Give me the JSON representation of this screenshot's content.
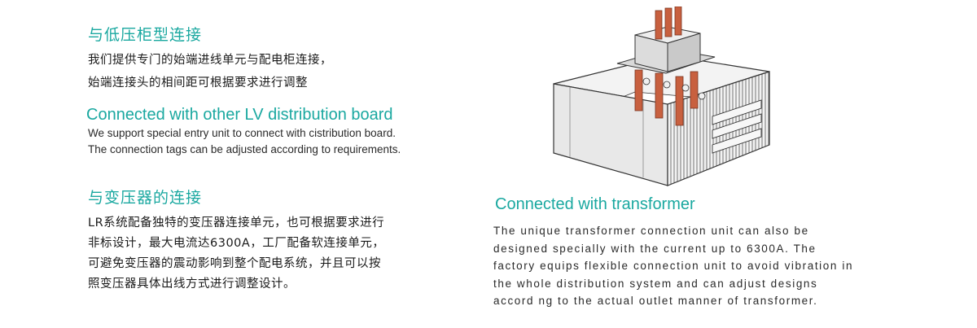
{
  "lv_section": {
    "cn_heading": "与低压柜型连接",
    "cn_lines": [
      "我们提供专门的始端进线单元与配电柜连接，",
      "始端连接头的相间距可根据要求进行调整"
    ],
    "en_heading": "Connected with other LV distribution board",
    "en_lines": [
      "We support special entry unit to connect with cistribution board.",
      "The connection tags can be adjusted according to requirements."
    ]
  },
  "transformer_section": {
    "cn_heading": "与变压器的连接",
    "cn_lines": [
      "LR系统配备独特的变压器连接单元，也可根据要求进行",
      "非标设计，最大电流达6300A，工厂配备软连接单元，",
      "可避免变压器的震动影响到整个配电系统，并且可以按",
      "照变压器具体出线方式进行调整设计。"
    ],
    "en_heading": "Connected with transformer",
    "en_lines": [
      "The unique transformer connection unit can also be",
      "designed specially with the current up to 6300A. The",
      "factory equips flexible connection unit to avoid vibration in",
      "the whole distribution system and can adjust designs",
      "accord ng to the actual outlet manner of transformer."
    ]
  },
  "colors": {
    "accent": "#1aa8a0",
    "copper": "#c8603f",
    "cabinet_line": "#333333"
  },
  "illustration": {
    "name": "switchgear-busbar-connection-illustration"
  }
}
